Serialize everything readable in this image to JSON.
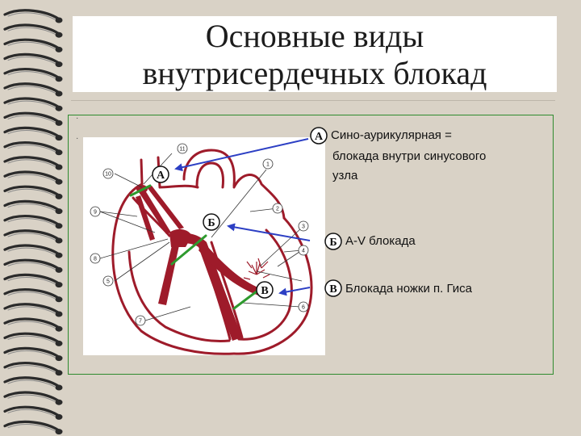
{
  "title": {
    "line1": "Основные виды",
    "line2": "внутрисердечных блокад"
  },
  "markers": {
    "a": "А",
    "b": "Б",
    "c": "В"
  },
  "blocks": {
    "a_text_line1": "Сино-аурикулярная =",
    "a_text_line2": "блокада внутри синусового",
    "a_text_line3": "узла",
    "b_text": "A-V блокада",
    "c_text": "Блокада ножки п. Гиса"
  },
  "diagram_numbers": [
    "11",
    "1",
    "10",
    "9",
    "2",
    "3",
    "8",
    "4",
    "5",
    "6",
    "7"
  ],
  "colors": {
    "background": "#d9d2c6",
    "heart": "#9e1b2a",
    "arrow": "#2c3fc4",
    "lesion": "#2e9a2e",
    "frame": "#2e8b2e"
  }
}
